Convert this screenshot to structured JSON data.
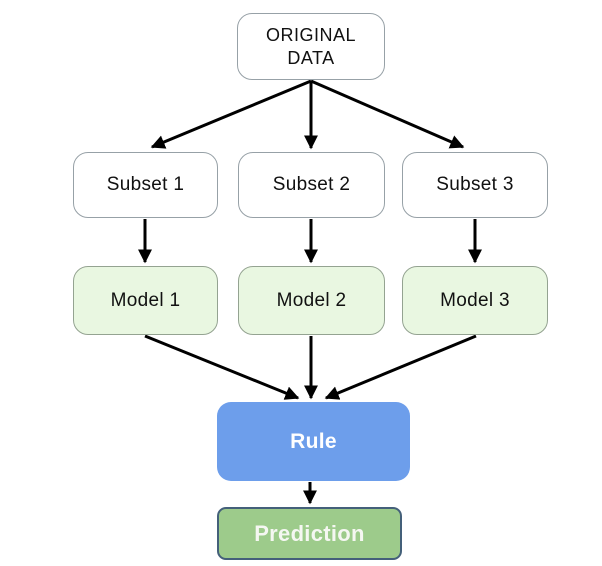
{
  "diagram": {
    "title": "ensemble-learning-flowchart",
    "nodes": {
      "original": {
        "label": "ORIGINAL DATA"
      },
      "subsets": [
        {
          "label": "Subset 1"
        },
        {
          "label": "Subset 2"
        },
        {
          "label": "Subset 3"
        }
      ],
      "models": [
        {
          "label": "Model 1"
        },
        {
          "label": "Model 2"
        },
        {
          "label": "Model 3"
        }
      ],
      "rule": {
        "label": "Rule"
      },
      "prediction": {
        "label": "Prediction"
      }
    },
    "edges": [
      {
        "from": "original",
        "to": "subset-1"
      },
      {
        "from": "original",
        "to": "subset-2"
      },
      {
        "from": "original",
        "to": "subset-3"
      },
      {
        "from": "subset-1",
        "to": "model-1"
      },
      {
        "from": "subset-2",
        "to": "model-2"
      },
      {
        "from": "subset-3",
        "to": "model-3"
      },
      {
        "from": "model-1",
        "to": "rule"
      },
      {
        "from": "model-2",
        "to": "rule"
      },
      {
        "from": "model-3",
        "to": "rule"
      },
      {
        "from": "rule",
        "to": "prediction"
      }
    ],
    "colors": {
      "plain_node_bg": "#ffffff",
      "plain_node_border": "#97a1a7",
      "model_node_bg": "#e9f7e1",
      "model_node_border": "#94a391",
      "rule_node_bg": "#6d9eeb",
      "prediction_node_bg": "#9dcb8b",
      "prediction_node_border": "#44607a",
      "arrow": "#000000",
      "text_dark": "#111111",
      "text_light": "#ffffff"
    }
  }
}
